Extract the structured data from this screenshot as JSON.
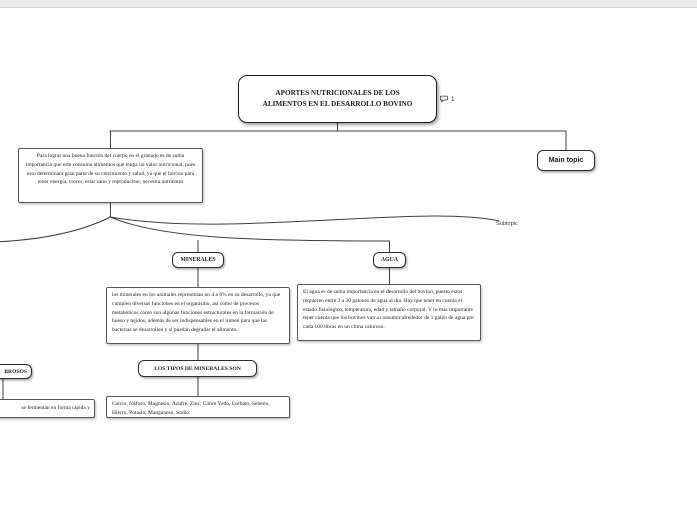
{
  "mindmap": {
    "root": {
      "title": "APORTES NUTRICIONALES DE LOS ALIMENTOS EN EL DESARROLLO BOVINO",
      "comment_count": "1"
    },
    "main_topic_label": "Main topic",
    "subtopic_label": "Subtopic",
    "intro_note": "Para lograr una buena función  del cuerpo en el granado es de suma importancia que este consuma alimentos que tenga un valor nutricional, pues esto determinara gran parte de su crecimiento y salud, ya que el bovino para tener energía, crecer, estar sano y reproducirse, necesita nutrientes",
    "minerales": {
      "label": "MINERALES",
      "description": "los minerales en los animales representan un 4 a 6% en su desarrollo, ya que cumplen diversas funciones en el organismo, así como de procesos metabólicos como son algunas funciones estructurales en la formación de hueso y tejidos, además de ser indispensables en el rumen para que las bacterias se desarrollen y si puedan degradar el alimento."
    },
    "agua": {
      "label": "AGUA",
      "description": "El agua es de suma importancia en el desarrollo del bovino, puesto estos requieren entre 3 a 30 galones de agua al día. Hay que tener en cuenta el estado fisiológico, temperatura, edad y tamaño corporal. Y lo más importante tener cuenta que los bovinos van a consumir alrededor de 1 galón de agua por cada 100 libras en un clima caluroso."
    },
    "tipos_minerales": {
      "label": "LOS TIPOS DE MINERALES SON",
      "list": "Calcio, fósforo, Magnesio, Azufre, Zinc, Cobre Yodo, Colbato, Selenio, Hierro, Potasio, Manganeso, Sodio."
    },
    "cutoff_branch": {
      "label": "BROSOS",
      "description": "se fermentan en forma rápida y"
    }
  }
}
